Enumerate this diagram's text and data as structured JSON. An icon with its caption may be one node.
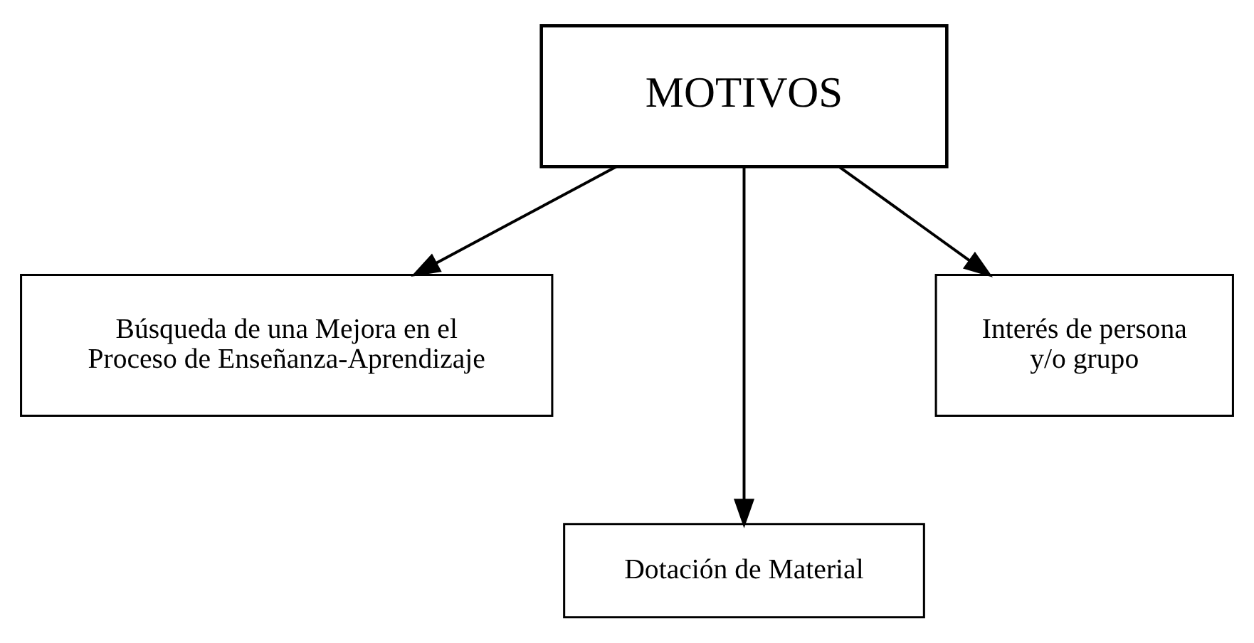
{
  "diagram": {
    "nodes": [
      {
        "text": [
          "MOTIVOS"
        ]
      },
      {
        "text": [
          "Búsqueda de una Mejora en el Proceso de Enseñanza-Aprendizaje"
        ]
      },
      {
        "text": [
          "Interés de persona y/o grupo"
        ]
      },
      {
        "text": [
          "Dotación de Material"
        ]
      }
    ],
    "edges": [
      {
        "from": 0,
        "to": 1,
        "arrow": "to"
      },
      {
        "from": 0,
        "to": 3,
        "arrow": "to"
      },
      {
        "from": 0,
        "to": 2,
        "arrow": "to"
      }
    ]
  }
}
